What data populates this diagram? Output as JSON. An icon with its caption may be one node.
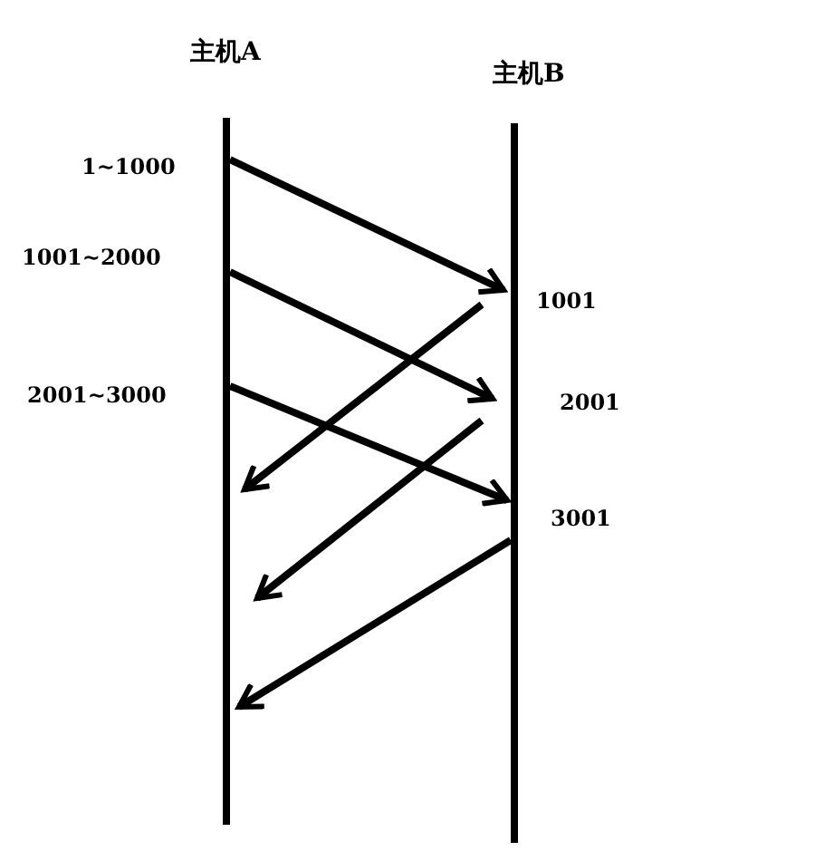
{
  "diagram": {
    "nodes": [
      {
        "text": [
          "主机A"
        ]
      },
      {
        "text": [
          "主机B"
        ]
      }
    ],
    "edges": [
      {
        "from": 0,
        "to": 1,
        "arrow": "to",
        "label": "1~1000"
      },
      {
        "from": 0,
        "to": 1,
        "arrow": "to",
        "label": "1001~2000"
      },
      {
        "from": 0,
        "to": 1,
        "arrow": "to",
        "label": "2001~3000"
      },
      {
        "from": 1,
        "to": 0,
        "arrow": "to",
        "label": "1001"
      },
      {
        "from": 1,
        "to": 0,
        "arrow": "to",
        "label": "2001"
      },
      {
        "from": 1,
        "to": 0,
        "arrow": "to",
        "label": "3001"
      }
    ]
  }
}
